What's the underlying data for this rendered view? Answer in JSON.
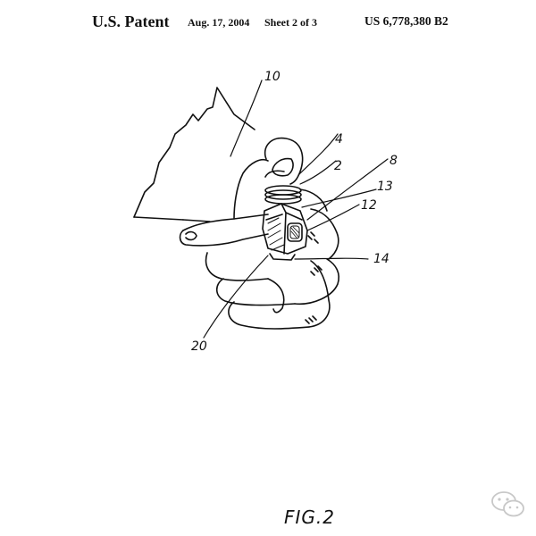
{
  "header": {
    "title": "U.S. Patent",
    "date": "Aug. 17, 2004",
    "sheet": "Sheet 2 of 3",
    "patent_number": "US 6,778,380 B2"
  },
  "figure": {
    "label": "FIG.2",
    "reference_numerals": [
      "10",
      "4",
      "2",
      "8",
      "13",
      "12",
      "14",
      "20"
    ]
  },
  "colors": {
    "ink": "#111111",
    "paper": "#ffffff"
  },
  "watermark": {
    "icon": "wechat-bubbles-icon"
  }
}
